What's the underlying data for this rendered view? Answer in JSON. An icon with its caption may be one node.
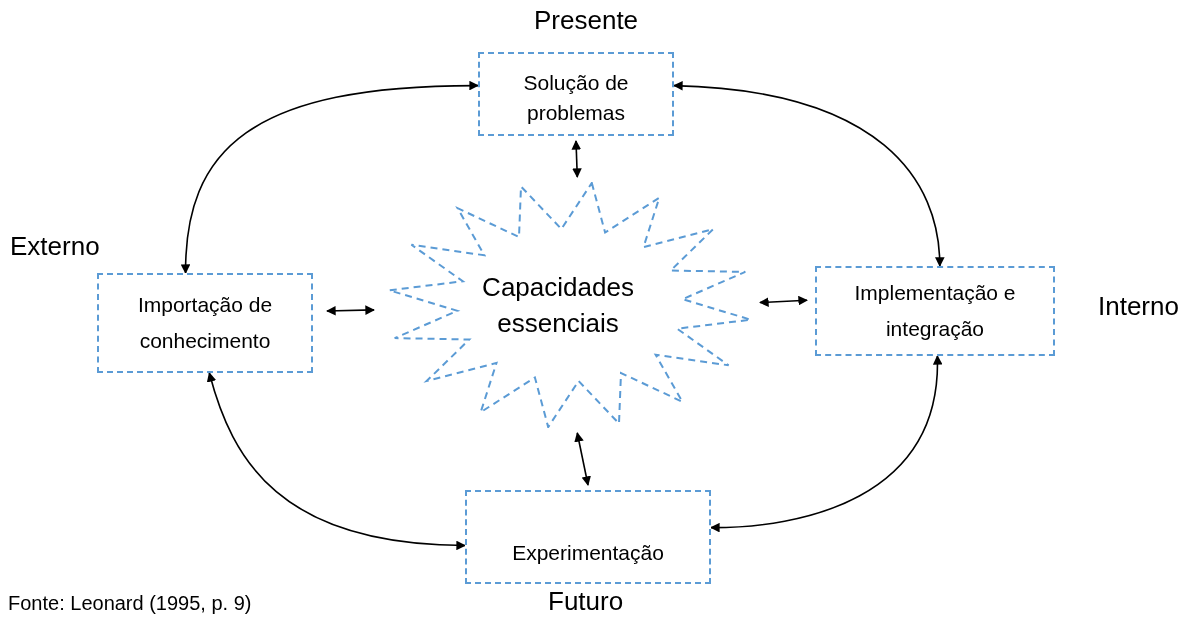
{
  "diagram": {
    "caption": "Fonte: Leonard (1995, p. 9)",
    "nodes": [
      {
        "text": [
          "Solução de problemas"
        ]
      },
      {
        "text": [
          "Importação de conhecimento"
        ]
      },
      {
        "text": [
          "Capacidades essenciais"
        ]
      },
      {
        "text": [
          "Implementação e integração"
        ]
      },
      {
        "text": [
          "Experimentação"
        ]
      }
    ],
    "edges": [
      {
        "from": 0,
        "to": 1,
        "arrow": "both"
      },
      {
        "from": 0,
        "to": 3,
        "arrow": "both"
      },
      {
        "from": 3,
        "to": 4,
        "arrow": "both"
      },
      {
        "from": 4,
        "to": 1,
        "arrow": "both"
      },
      {
        "from": 0,
        "to": 2,
        "arrow": "both"
      },
      {
        "from": 1,
        "to": 2,
        "arrow": "both"
      },
      {
        "from": 2,
        "to": 3,
        "arrow": "both"
      },
      {
        "from": 2,
        "to": 4,
        "arrow": "both"
      }
    ],
    "labels": [
      "Presente",
      "Externo",
      "Interno",
      "Futuro"
    ]
  }
}
